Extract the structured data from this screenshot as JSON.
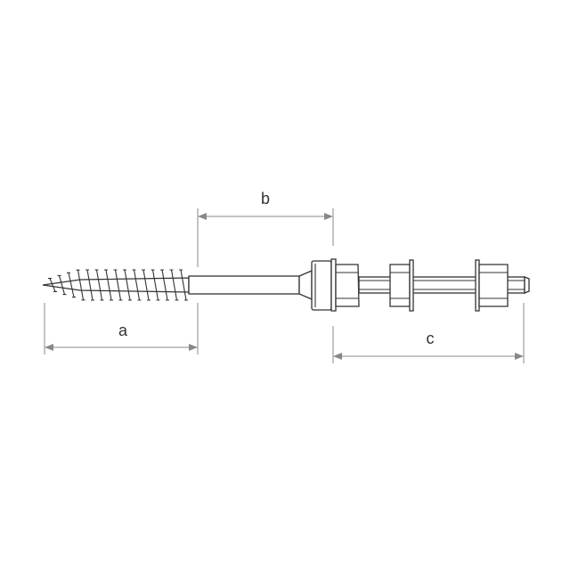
{
  "dimensions": {
    "a": "a",
    "b": "b",
    "c": "c"
  },
  "colors": {
    "line": "#333333",
    "dimension": "#888888",
    "background": "#ffffff"
  }
}
